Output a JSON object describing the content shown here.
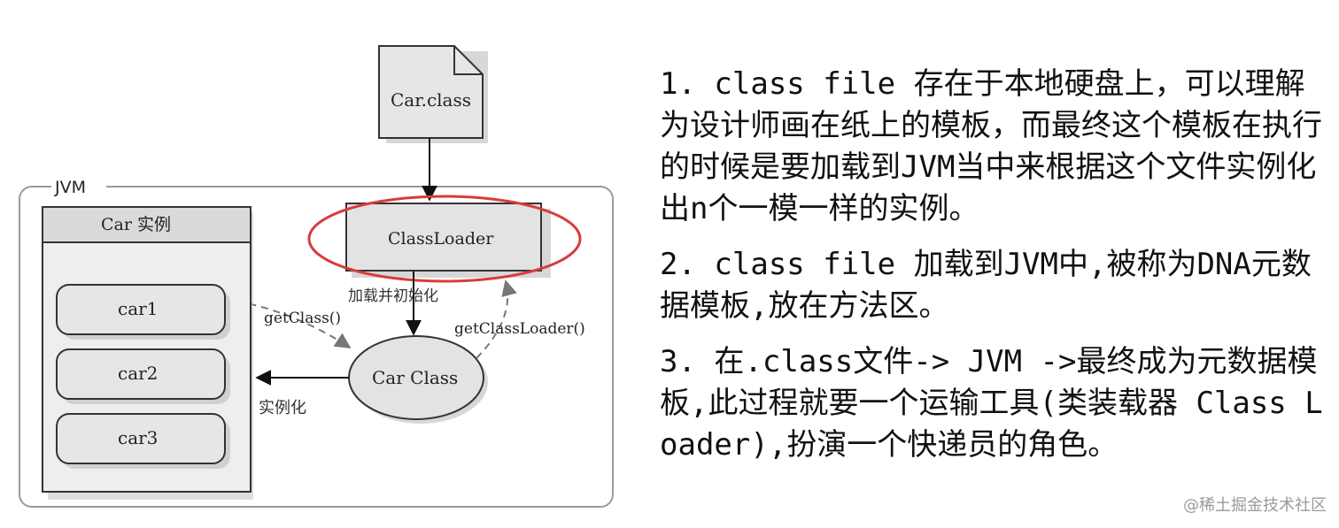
{
  "diagram": {
    "file_label": "Car.class",
    "jvm_label": "JVM",
    "instances_title": "Car 实例",
    "instances": [
      "car1",
      "car2",
      "car3"
    ],
    "classloader_label": "ClassLoader",
    "carclass_label": "Car Class",
    "load_init_label": "加载并初始化",
    "getclass_label": "getClass()",
    "getclassloader_label": "getClassLoader()",
    "instantiate_label": "实例化",
    "highlight_color": "#d93b3b"
  },
  "notes": [
    "1. class file 存在于本地硬盘上，可以理解为设计师画在纸上的模板，而最终这个模板在执行的时候是要加载到JVM当中来根据这个文件实例化出n个一模一样的实例。",
    "2. class file 加载到JVM中,被称为DNA元数据模板,放在方法区。",
    "3. 在.class文件-> JVM ->最终成为元数据模板,此过程就要一个运输工具(类装载器 Class Loader),扮演一个快递员的角色。"
  ],
  "watermark": "@稀土掘金技术社区"
}
